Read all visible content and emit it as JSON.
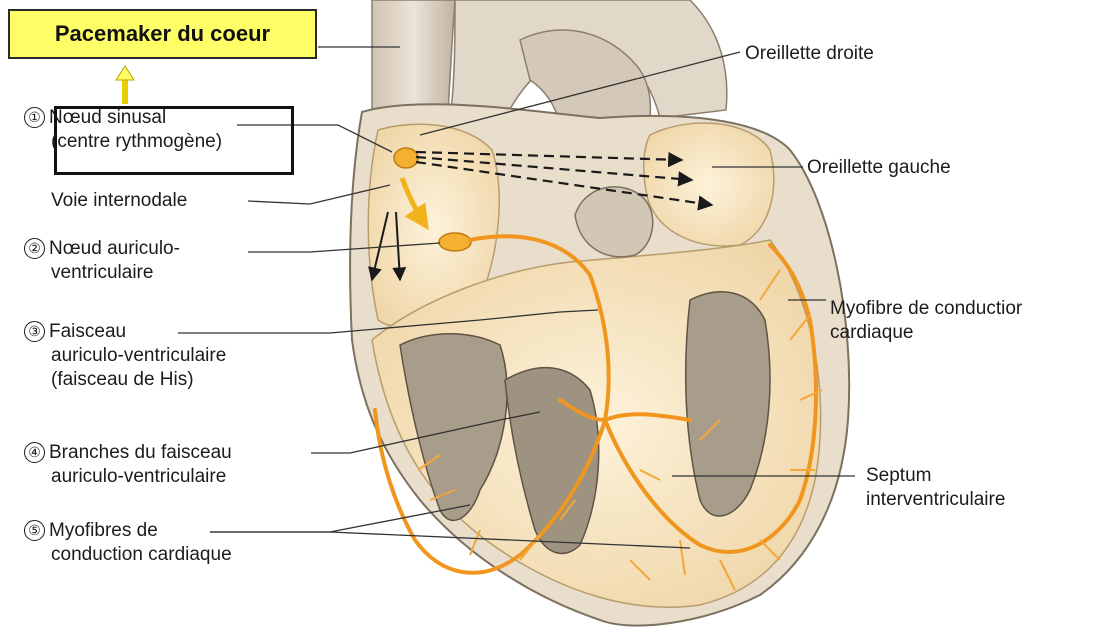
{
  "highlight": {
    "pacemaker_label": "Pacemaker du coeur"
  },
  "colors": {
    "highlight_fill": "#fefe66",
    "conduction": "#f0961e",
    "node": "#f4b030",
    "tissue": "#d8ccbc",
    "chamber": "#f6ead0"
  },
  "left_labels": [
    {
      "number": "①",
      "lines": [
        "Nœud sinusal",
        "(centre rythmogène)"
      ]
    },
    {
      "number": "",
      "lines": [
        "Voie internodale"
      ]
    },
    {
      "number": "②",
      "lines": [
        "Nœud auriculo-",
        "ventriculaire"
      ]
    },
    {
      "number": "③",
      "lines": [
        "Faisceau",
        "auriculo-ventriculaire",
        "(faisceau de His)"
      ]
    },
    {
      "number": "④",
      "lines": [
        "Branches du faisceau",
        "auriculo-ventriculaire"
      ]
    },
    {
      "number": "⑤",
      "lines": [
        "Myofibres de",
        "conduction cardiaque"
      ]
    }
  ],
  "right_labels": [
    {
      "lines": [
        "Oreillette droite"
      ]
    },
    {
      "lines": [
        "Oreillette gauche"
      ]
    },
    {
      "lines": [
        "Myofibre de conductior",
        "cardiaque"
      ]
    },
    {
      "lines": [
        "Septum",
        "interventriculaire"
      ]
    }
  ]
}
